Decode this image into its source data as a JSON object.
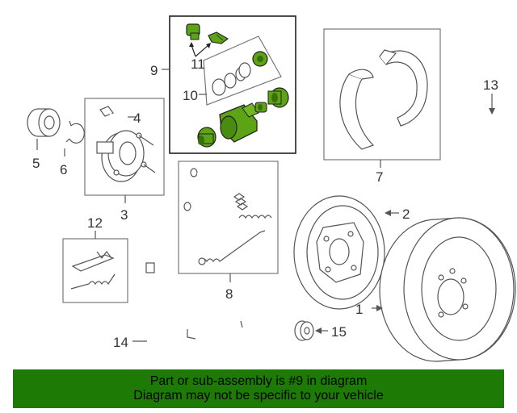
{
  "diagram": {
    "callouts": {
      "c1": "1",
      "c2": "2",
      "c3": "3",
      "c4": "4",
      "c5": "5",
      "c6": "6",
      "c7": "7",
      "c8": "8",
      "c9": "9",
      "c10": "10",
      "c11": "11",
      "c12": "12",
      "c13": "13",
      "c14": "14",
      "c15": "15"
    }
  },
  "banner": {
    "line1": "Part or sub-assembly is #9 in diagram",
    "line2": "Diagram may not be specific to your vehicle"
  },
  "colors": {
    "banner_bg": "#1d7a05",
    "highlight_part": "#5da316",
    "line": "#555555"
  }
}
